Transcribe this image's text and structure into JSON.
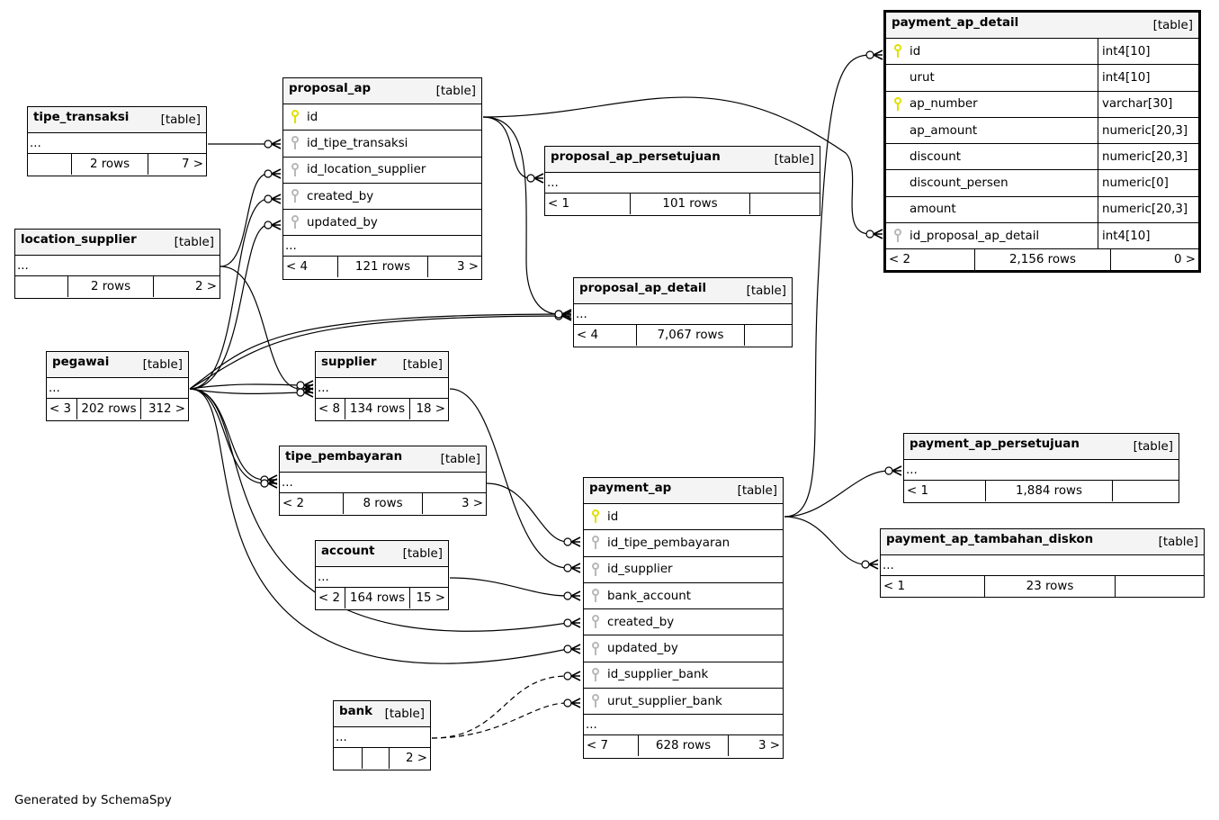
{
  "diagram": {
    "footer": "Generated by SchemaSpy",
    "colors": {
      "pk_key": "#e0e000",
      "fk_key": "#b8b8b8",
      "header_bg": "#f4f4f4",
      "line": "#000000"
    },
    "tables": {
      "payment_ap_detail": {
        "name": "payment_ap_detail",
        "kind": "[table]",
        "columns": [
          {
            "name": "id",
            "type": "int4[10]",
            "key": "primary-key"
          },
          {
            "name": "urut",
            "type": "int4[10]",
            "key": "none"
          },
          {
            "name": "ap_number",
            "type": "varchar[30]",
            "key": "primary-key"
          },
          {
            "name": "ap_amount",
            "type": "numeric[20,3]",
            "key": "none"
          },
          {
            "name": "discount",
            "type": "numeric[20,3]",
            "key": "none"
          },
          {
            "name": "discount_persen",
            "type": "numeric[0]",
            "key": "none"
          },
          {
            "name": "amount",
            "type": "numeric[20,3]",
            "key": "none"
          },
          {
            "name": "id_proposal_ap_detail",
            "type": "int4[10]",
            "key": "foreign-key"
          }
        ],
        "footer": {
          "parents": "< 2",
          "rows": "2,156 rows",
          "children": "0 >"
        }
      },
      "proposal_ap": {
        "name": "proposal_ap",
        "kind": "[table]",
        "columns": [
          {
            "name": "id",
            "key": "primary-key"
          },
          {
            "name": "id_tipe_transaksi",
            "key": "foreign-key"
          },
          {
            "name": "id_location_supplier",
            "key": "foreign-key"
          },
          {
            "name": "created_by",
            "key": "foreign-key"
          },
          {
            "name": "updated_by",
            "key": "foreign-key"
          }
        ],
        "ellipsis": "...",
        "footer": {
          "parents": "< 4",
          "rows": "121 rows",
          "children": "3 >"
        }
      },
      "tipe_transaksi": {
        "name": "tipe_transaksi",
        "kind": "[table]",
        "ellipsis": "...",
        "footer": {
          "parents": "",
          "rows": "2 rows",
          "children": "7 >"
        }
      },
      "location_supplier": {
        "name": "location_supplier",
        "kind": "[table]",
        "ellipsis": "...",
        "footer": {
          "parents": "",
          "rows": "2 rows",
          "children": "2 >"
        }
      },
      "proposal_ap_persetujuan": {
        "name": "proposal_ap_persetujuan",
        "kind": "[table]",
        "ellipsis": "...",
        "footer": {
          "parents": "< 1",
          "rows": "101 rows",
          "children": ""
        }
      },
      "proposal_ap_detail": {
        "name": "proposal_ap_detail",
        "kind": "[table]",
        "ellipsis": "...",
        "footer": {
          "parents": "< 4",
          "rows": "7,067 rows",
          "children": ""
        }
      },
      "pegawai": {
        "name": "pegawai",
        "kind": "[table]",
        "ellipsis": "...",
        "footer": {
          "parents": "< 3",
          "rows": "202 rows",
          "children": "312 >"
        }
      },
      "supplier": {
        "name": "supplier",
        "kind": "[table]",
        "ellipsis": "...",
        "footer": {
          "parents": "< 8",
          "rows": "134 rows",
          "children": "18 >"
        }
      },
      "tipe_pembayaran": {
        "name": "tipe_pembayaran",
        "kind": "[table]",
        "ellipsis": "...",
        "footer": {
          "parents": "< 2",
          "rows": "8 rows",
          "children": "3 >"
        }
      },
      "account": {
        "name": "account",
        "kind": "[table]",
        "ellipsis": "...",
        "footer": {
          "parents": "< 2",
          "rows": "164 rows",
          "children": "15 >"
        }
      },
      "bank": {
        "name": "bank",
        "kind": "[table]",
        "ellipsis": "...",
        "footer": {
          "parents": "",
          "rows": "",
          "children": "2 >"
        }
      },
      "payment_ap": {
        "name": "payment_ap",
        "kind": "[table]",
        "columns": [
          {
            "name": "id",
            "key": "primary-key"
          },
          {
            "name": "id_tipe_pembayaran",
            "key": "foreign-key"
          },
          {
            "name": "id_supplier",
            "key": "foreign-key"
          },
          {
            "name": "bank_account",
            "key": "foreign-key"
          },
          {
            "name": "created_by",
            "key": "foreign-key"
          },
          {
            "name": "updated_by",
            "key": "foreign-key"
          },
          {
            "name": "id_supplier_bank",
            "key": "foreign-key"
          },
          {
            "name": "urut_supplier_bank",
            "key": "foreign-key"
          }
        ],
        "ellipsis": "...",
        "footer": {
          "parents": "< 7",
          "rows": "628 rows",
          "children": "3 >"
        }
      },
      "payment_ap_persetujuan": {
        "name": "payment_ap_persetujuan",
        "kind": "[table]",
        "ellipsis": "...",
        "footer": {
          "parents": "< 1",
          "rows": "1,884 rows",
          "children": ""
        }
      },
      "payment_ap_tambahan_diskon": {
        "name": "payment_ap_tambahan_diskon",
        "kind": "[table]",
        "ellipsis": "...",
        "footer": {
          "parents": "< 1",
          "rows": "23 rows",
          "children": ""
        }
      }
    },
    "relationships": [
      {
        "from": "tipe_transaksi",
        "to": "proposal_ap.id_tipe_transaksi",
        "style": "solid"
      },
      {
        "from": "location_supplier",
        "to": "proposal_ap.id_location_supplier",
        "style": "solid"
      },
      {
        "from": "location_supplier",
        "to": "supplier",
        "style": "solid"
      },
      {
        "from": "pegawai",
        "to": "proposal_ap.created_by",
        "style": "solid"
      },
      {
        "from": "pegawai",
        "to": "proposal_ap.updated_by",
        "style": "solid"
      },
      {
        "from": "pegawai",
        "to": "proposal_ap_detail",
        "style": "solid"
      },
      {
        "from": "pegawai",
        "to": "supplier",
        "style": "solid"
      },
      {
        "from": "pegawai",
        "to": "tipe_pembayaran",
        "style": "solid"
      },
      {
        "from": "pegawai",
        "to": "payment_ap.created_by",
        "style": "solid"
      },
      {
        "from": "pegawai",
        "to": "payment_ap.updated_by",
        "style": "solid"
      },
      {
        "from": "proposal_ap.id",
        "to": "proposal_ap_persetujuan",
        "style": "solid"
      },
      {
        "from": "proposal_ap.id",
        "to": "proposal_ap_detail",
        "style": "solid"
      },
      {
        "from": "proposal_ap.id",
        "to": "payment_ap_detail.id_proposal_ap_detail",
        "style": "solid"
      },
      {
        "from": "supplier",
        "to": "payment_ap.id_supplier",
        "style": "solid"
      },
      {
        "from": "tipe_pembayaran",
        "to": "payment_ap.id_tipe_pembayaran",
        "style": "solid"
      },
      {
        "from": "account",
        "to": "payment_ap.bank_account",
        "style": "solid"
      },
      {
        "from": "bank",
        "to": "payment_ap.id_supplier_bank",
        "style": "dashed"
      },
      {
        "from": "bank",
        "to": "payment_ap.urut_supplier_bank",
        "style": "dashed"
      },
      {
        "from": "payment_ap.id",
        "to": "payment_ap_detail.id",
        "style": "solid"
      },
      {
        "from": "payment_ap.id",
        "to": "payment_ap_persetujuan",
        "style": "solid"
      },
      {
        "from": "payment_ap.id",
        "to": "payment_ap_tambahan_diskon",
        "style": "solid"
      }
    ]
  }
}
